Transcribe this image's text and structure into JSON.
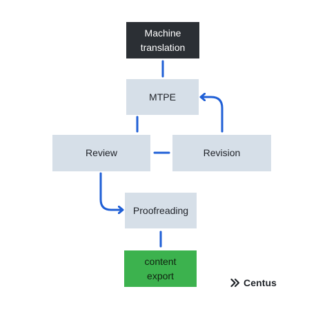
{
  "nodes": {
    "machine_translation": {
      "line1": "Machine",
      "line2": "translation",
      "fill": "#2b2f34",
      "text_color": "#ffffff"
    },
    "mtpe": {
      "label": "MTPE",
      "fill": "#d6dfe8"
    },
    "review": {
      "label": "Review",
      "fill": "#d6dfe8"
    },
    "revision": {
      "label": "Revision",
      "fill": "#d6dfe8"
    },
    "proofreading": {
      "label": "Proofreading",
      "fill": "#d6dfe8"
    },
    "content_export": {
      "line1": "content",
      "line2": "export",
      "fill": "#3cb24e"
    }
  },
  "connectors": {
    "color": "#1f5fd6"
  },
  "brand": {
    "name": "Centus",
    "icon": "double-chevron-right-icon"
  }
}
